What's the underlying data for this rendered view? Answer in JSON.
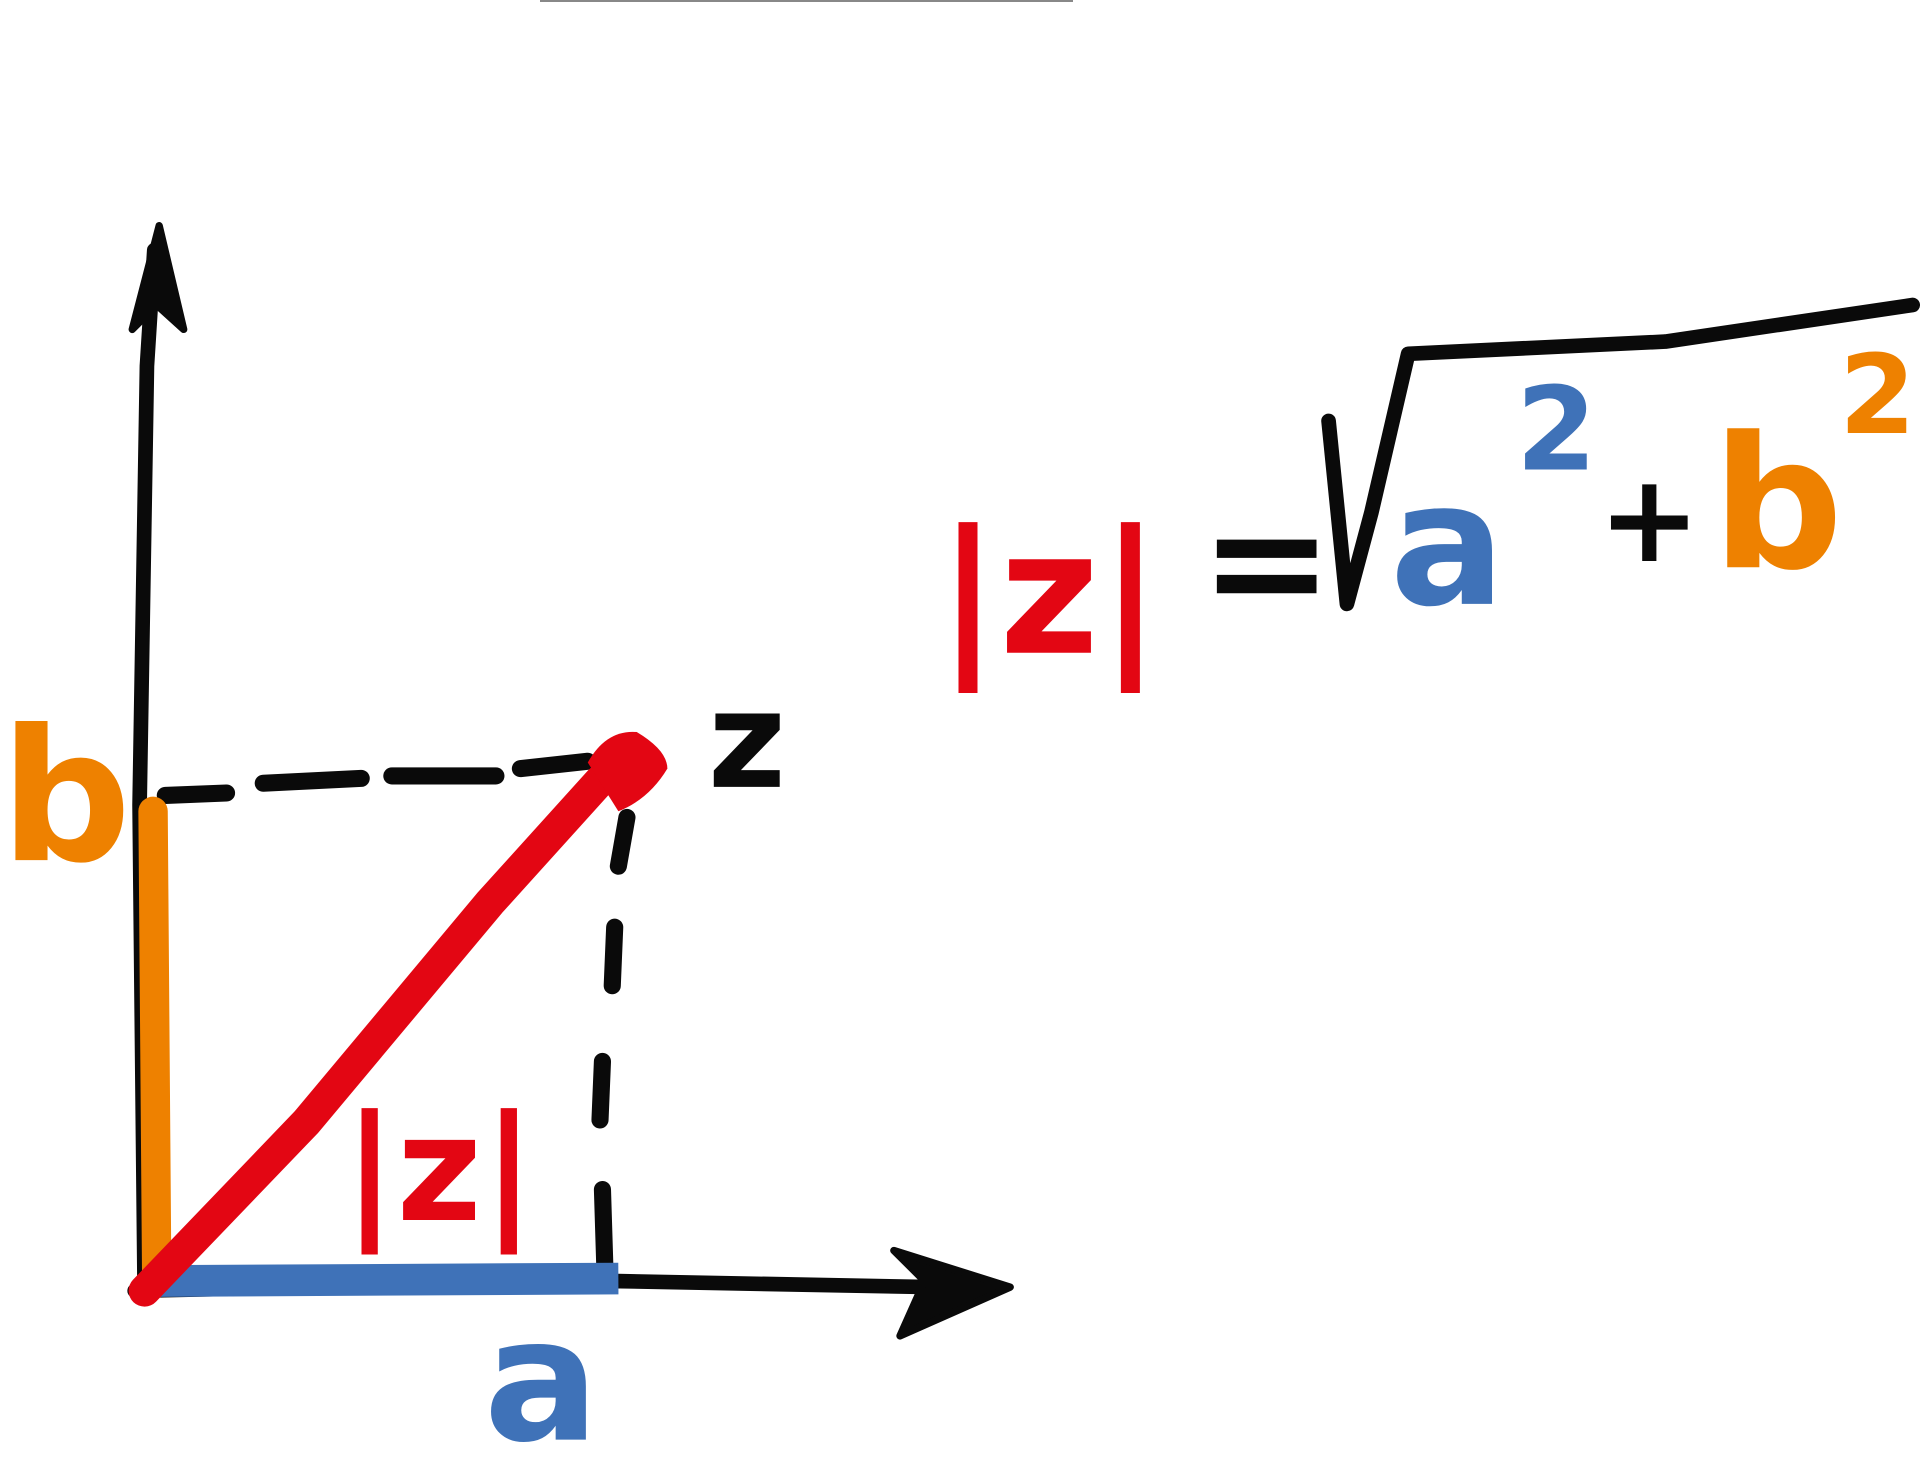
{
  "colors": {
    "axis": "#0a0a0a",
    "real_part": "#3f72b8",
    "imag_part": "#ee8100",
    "modulus": "#e30613"
  },
  "labels": {
    "real": "a",
    "imag": "b",
    "point": "z",
    "modulus": "|z|"
  },
  "formula": {
    "lhs": "|z|",
    "equals": "=",
    "a": "a",
    "a_exp": "2",
    "plus": "+",
    "b": "b",
    "b_exp": "2"
  }
}
